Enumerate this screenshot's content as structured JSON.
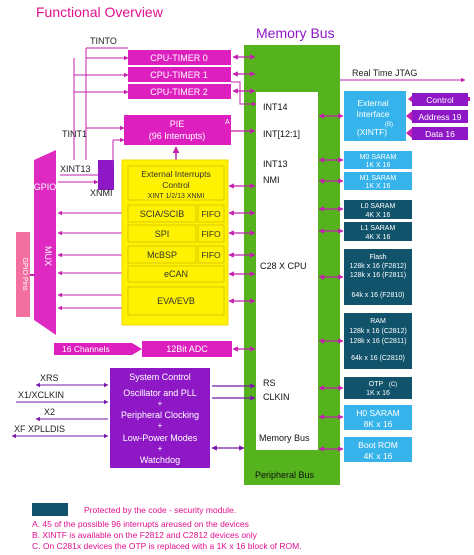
{
  "title": "Functional Overview",
  "memory_bus_title": "Memory Bus",
  "peripheral_bus_label": "Peripheral Bus",
  "cpu": {
    "int14": "INT14",
    "int12_1": "INT[12:1]",
    "int13": "INT13",
    "nmi": "NMI",
    "name": "C28 X CPU",
    "rs": "RS",
    "clkin": "CLKIN",
    "memory_bus": "Memory Bus"
  },
  "tinto": "TINTO",
  "tint1": "TINT1",
  "xint13": "XINT13",
  "xnmi": "XNMI",
  "timers": [
    "CPU-TIMER 0",
    "CPU-TIMER 1",
    "CPU-TIMER 2"
  ],
  "pie": {
    "line1": "PIE",
    "line2": "(96 Interrupts)"
  },
  "pie_note": "A",
  "ext_int": {
    "line1": "External Interrupts",
    "line2": "Control",
    "line3": "XINT 1/2/13 XNMI"
  },
  "sci": "SCIA/SCIB",
  "spi": "SPI",
  "mcbsp": "McBSP",
  "ecan": "eCAN",
  "eva": "EVA/EVB",
  "fifo": "FIFO",
  "gpio": "GPIO",
  "mux": "MUX",
  "gpio_pins": "GPIO Pins",
  "adc": {
    "channels": "16 Channels",
    "name": "12Bit ADC"
  },
  "system": {
    "lines": [
      "System Control",
      "Oscillator and PLL",
      "+",
      "Peripheral Clocking",
      "+",
      "Low-Power Modes",
      "+",
      "Watchdog"
    ]
  },
  "signals": {
    "xrs": "XRS",
    "x1": "X1/XCLKIN",
    "x2": "X2",
    "xf": "XF XPLLDIS"
  },
  "jtag": "Real Time JTAG",
  "xintf": {
    "line1": "External",
    "line2": "Interface",
    "line3": "(XINTF)",
    "note": "(B)"
  },
  "xintf_signals": [
    "Control",
    "Address 19",
    "Data 16"
  ],
  "memories": [
    {
      "l1": "M0 SARAM",
      "l2": "1K X 16"
    },
    {
      "l1": "M1 SARAM",
      "l2": "1K X 16"
    },
    {
      "l1": "L0 SARAM",
      "l2": "4K X 16"
    },
    {
      "l1": "L1 SARAM",
      "l2": "4K X 16"
    }
  ],
  "flash": {
    "l1": "Flash",
    "l2": "128k x 16 (F2812)",
    "l3": "128k x 16 (F2811)",
    "l4": "64k x 16 (F2810)"
  },
  "ram": {
    "l1": "RAM",
    "l2": "128k x 16 (C2812)",
    "l3": "128k x 16 (C2811)",
    "l4": "64k x 16 (C2810)"
  },
  "otp": {
    "l1": "OTP",
    "l2": "1K x 16",
    "note": "(C)"
  },
  "h0": {
    "l1": "H0 SARAM",
    "l2": "8K x 16"
  },
  "boot": {
    "l1": "Boot ROM",
    "l2": "4K x 16"
  },
  "legend": "Protected by the code - security module.",
  "notes": [
    "A. 45 of the possible 96 interrupts areused on the devices",
    "B. XINTF is available on the F2812 and C2812 devices only",
    "C. On C281x devices the OTP is replaced with a 1K x 16 block of ROM."
  ],
  "colors": {
    "magenta": "#dd1fbf",
    "purple": "#8e18c6",
    "yellow": "#fff200",
    "green": "#55b31e",
    "dark_teal": "#10536b",
    "light_blue": "#36b3ea",
    "pink_box": "#f36fa0"
  }
}
